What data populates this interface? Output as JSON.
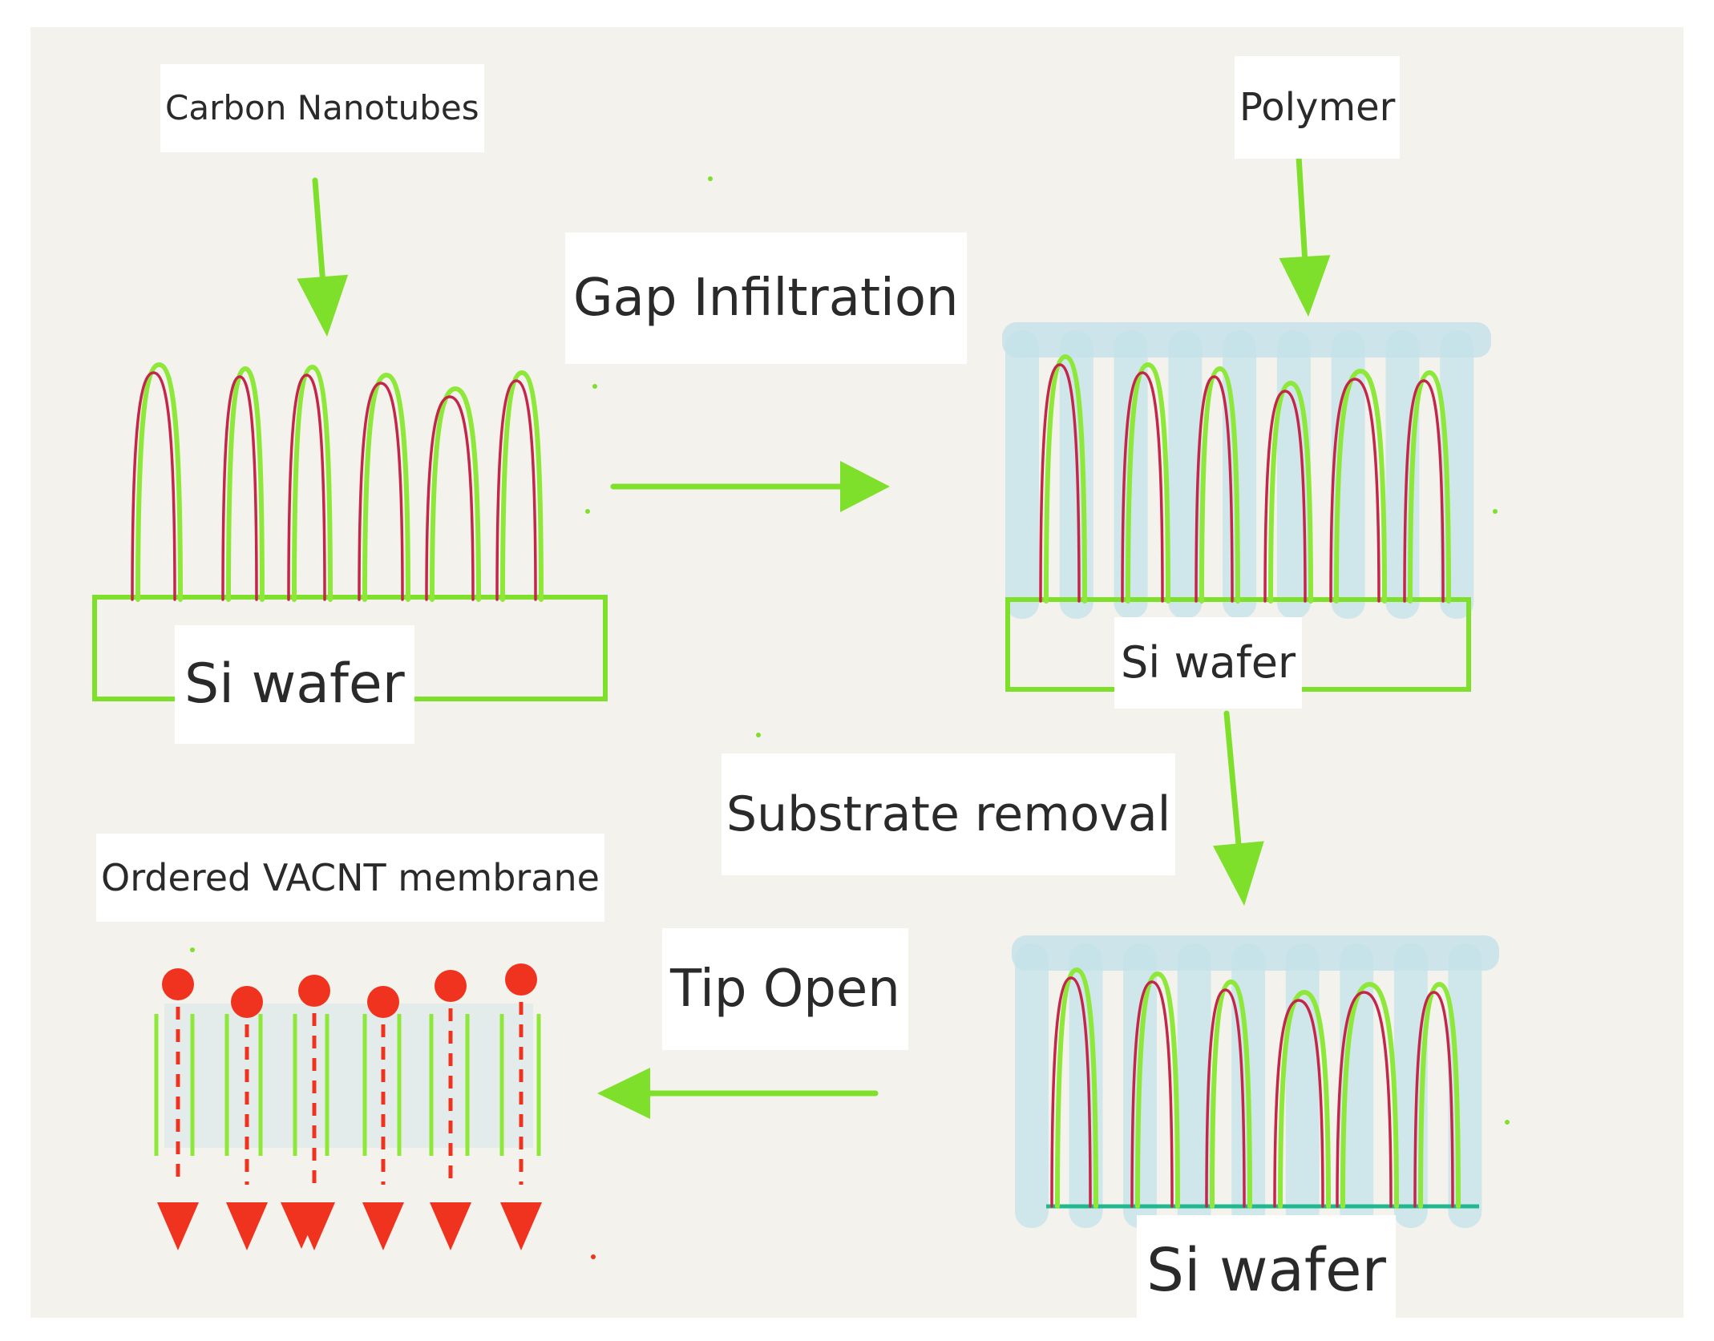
{
  "labels": {
    "carbon_nanotubes": "Carbon Nanotubes",
    "polymer": "Polymer",
    "gap_infiltration": "Gap Infiltration",
    "si_wafer_1": "Si wafer",
    "si_wafer_2": "Si wafer",
    "substrate_removal": "Substrate removal",
    "ordered_membrane": "Ordered VACNT membrane",
    "tip_open": "Tip Open",
    "si_wafer_3": "Si wafer"
  },
  "colors": {
    "background": "#f4f2ec",
    "arrow_green": "#7ee02a",
    "cnt_green": "#8ee83a",
    "cnt_red": "#c4264a",
    "polymer_blue": "#c6e2ea",
    "flow_red": "#f0331f",
    "base_teal": "#1fb88f"
  }
}
